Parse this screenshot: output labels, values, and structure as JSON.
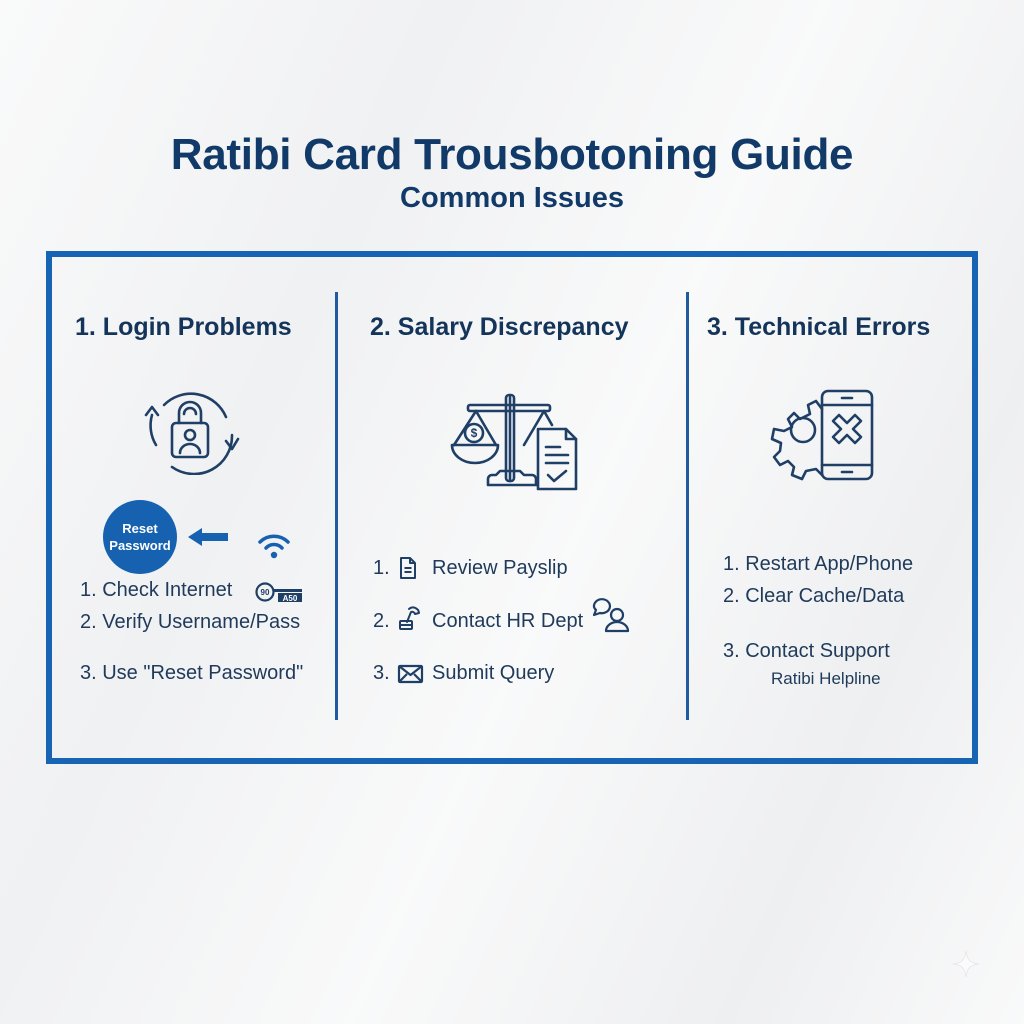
{
  "header": {
    "title": "Ratibi Card Trousbotoning Guide",
    "subtitle": "Common Issues"
  },
  "colors": {
    "frame_border": "#1763b4",
    "title_text": "#123a68",
    "icon_stroke": "#1f3f66",
    "reset_button_bg": "#1762b0"
  },
  "columns": [
    {
      "title": "1. Login Problems",
      "icon": "lock-refresh-icon",
      "reset_button_label": "Reset Password",
      "extra_icons": [
        "arrow-left-icon",
        "wifi-icon",
        "key-icon"
      ],
      "items": [
        {
          "label": "1. Check Internet"
        },
        {
          "label": "2. Verify Username/Pass"
        },
        {
          "label": "3. Use \"Reset Password\""
        }
      ]
    },
    {
      "title": "2. Salary Discrepancy",
      "icon": "scale-document-icon",
      "items": [
        {
          "num": "1.",
          "icon": "document-icon",
          "label": "Review Payslip"
        },
        {
          "num": "2.",
          "icon": "phone-handset-icon",
          "label": "Contact HR Dept",
          "trailing_icon": "chat-user-icon"
        },
        {
          "num": "3.",
          "icon": "envelope-icon",
          "label": "Submit Query"
        }
      ]
    },
    {
      "title": "3. Technical Errors",
      "icon": "gear-phone-error-icon",
      "items": [
        {
          "label": "1. Restart App/Phone"
        },
        {
          "label": "2. Clear Cache/Data"
        },
        {
          "label": "3. Contact Support",
          "sublabel": "Ratibi Helpline"
        }
      ]
    }
  ]
}
